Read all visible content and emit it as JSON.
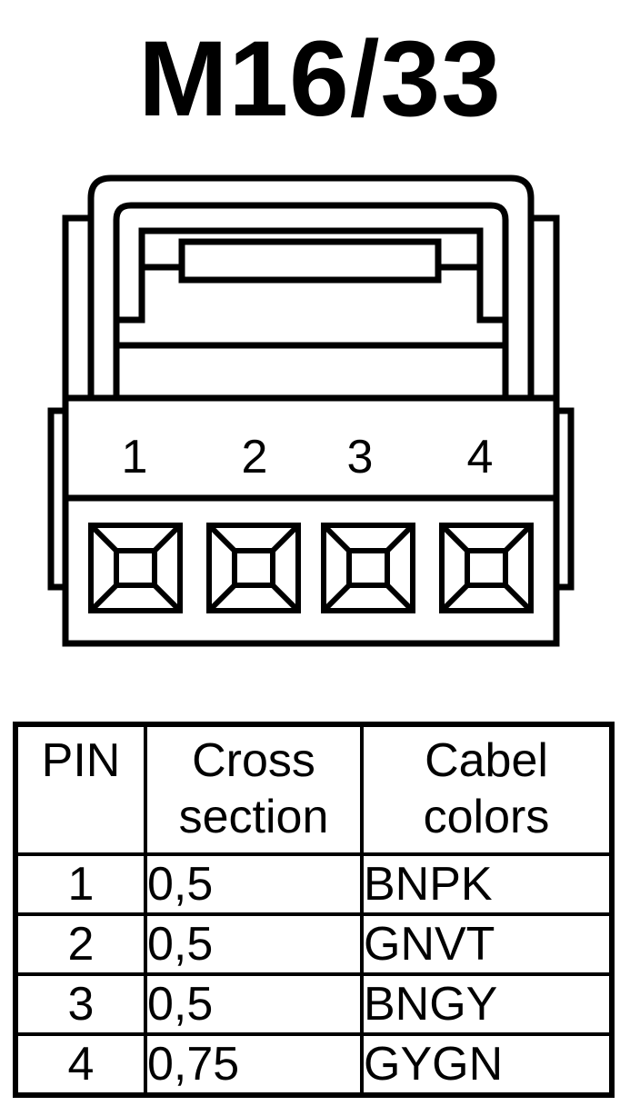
{
  "title": "M16/33",
  "connector": {
    "pins": [
      {
        "label": "1"
      },
      {
        "label": "2"
      },
      {
        "label": "3"
      },
      {
        "label": "4"
      }
    ]
  },
  "table": {
    "headers": {
      "pin": "PIN",
      "cross_section_line1": "Cross",
      "cross_section_line2": "section",
      "colors_line1": "Cabel",
      "colors_line2": "colors"
    },
    "rows": [
      {
        "pin": "1",
        "cross_section": "0,5",
        "colors": "BNPK"
      },
      {
        "pin": "2",
        "cross_section": "0,5",
        "colors": "GNVT"
      },
      {
        "pin": "3",
        "cross_section": "0,5",
        "colors": "BNGY"
      },
      {
        "pin": "4",
        "cross_section": "0,75",
        "colors": "GYGN"
      }
    ]
  }
}
